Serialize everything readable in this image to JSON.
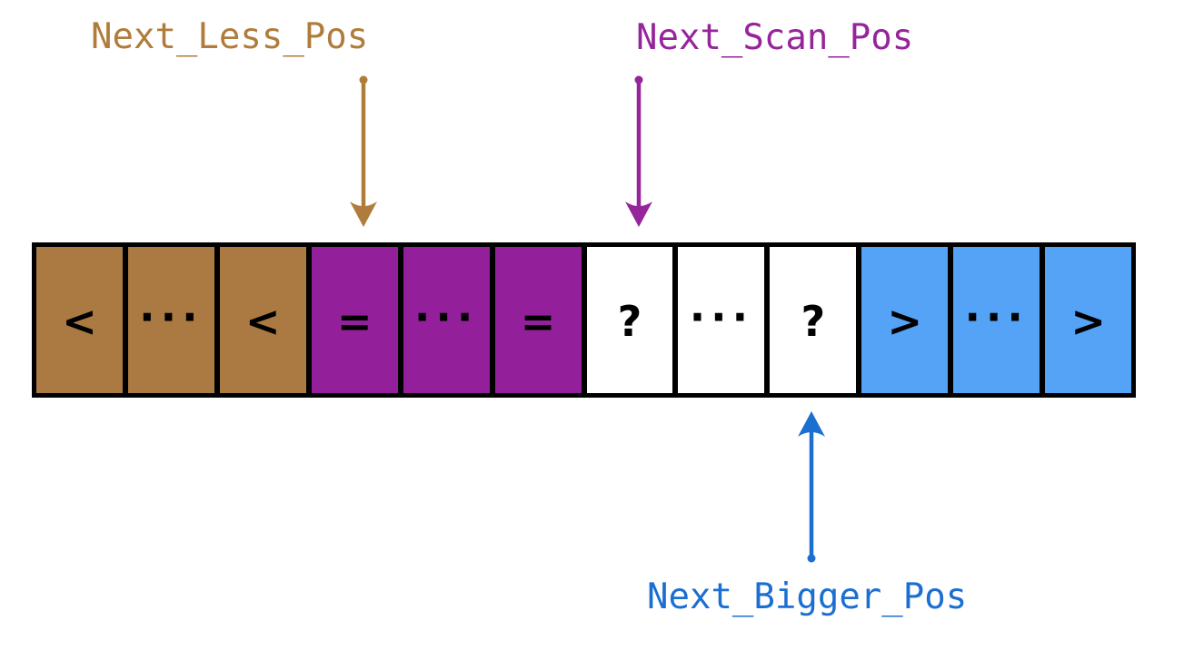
{
  "diagram": {
    "title": "three-way-partition-array",
    "background": "#ffffff",
    "border_color": "#000000",
    "symbol_color": "#000000"
  },
  "pointers": [
    {
      "id": "next-less-pos",
      "label": "Next_Less_Pos",
      "color": "#B07C3B",
      "direction": "down",
      "points_to": "first-equal-cell"
    },
    {
      "id": "next-scan-pos",
      "label": "Next_Scan_Pos",
      "color": "#96249B",
      "direction": "down",
      "points_to": "first-unknown-cell"
    },
    {
      "id": "next-bigger-pos",
      "label": "Next_Bigger_Pos",
      "color": "#1B6FD1",
      "direction": "up",
      "points_to": "last-unknown-cell"
    }
  ],
  "array": {
    "sections": [
      {
        "name": "less-than",
        "color": "#AA7A42"
      },
      {
        "name": "equal",
        "color": "#93209A"
      },
      {
        "name": "unknown",
        "color": "#FFFFFF"
      },
      {
        "name": "greater-than",
        "color": "#54A3F6"
      }
    ],
    "cells": [
      {
        "symbol": "<",
        "section": "less-than",
        "bg": "#AA7A42"
      },
      {
        "symbol": "···",
        "section": "less-than",
        "bg": "#AA7A42"
      },
      {
        "symbol": "<",
        "section": "less-than",
        "bg": "#AA7A42"
      },
      {
        "symbol": "=",
        "section": "equal",
        "bg": "#93209A"
      },
      {
        "symbol": "···",
        "section": "equal",
        "bg": "#93209A"
      },
      {
        "symbol": "=",
        "section": "equal",
        "bg": "#93209A"
      },
      {
        "symbol": "?",
        "section": "unknown",
        "bg": "#FFFFFF"
      },
      {
        "symbol": "···",
        "section": "unknown",
        "bg": "#FFFFFF"
      },
      {
        "symbol": "?",
        "section": "unknown",
        "bg": "#FFFFFF"
      },
      {
        "symbol": ">",
        "section": "greater-than",
        "bg": "#54A3F6"
      },
      {
        "symbol": "···",
        "section": "greater-than",
        "bg": "#54A3F6"
      },
      {
        "symbol": ">",
        "section": "greater-than",
        "bg": "#54A3F6"
      }
    ]
  }
}
